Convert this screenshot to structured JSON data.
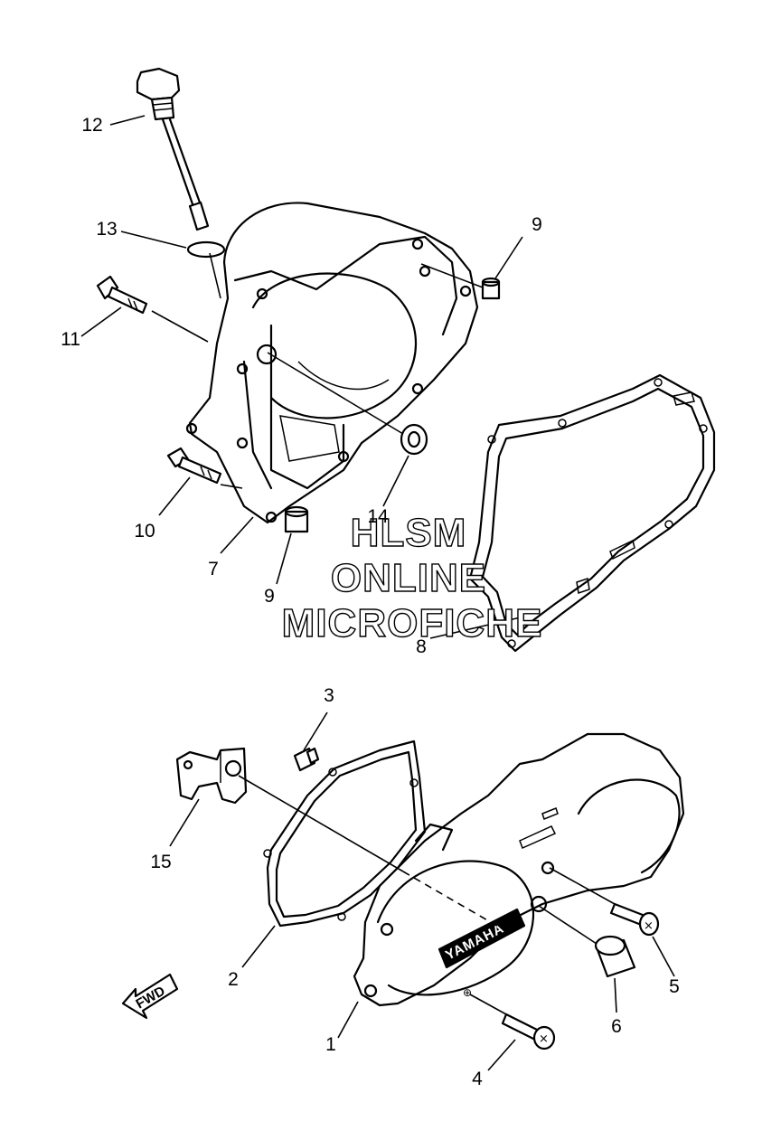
{
  "parts": [
    {
      "id": "1",
      "label": "1"
    },
    {
      "id": "2",
      "label": "2"
    },
    {
      "id": "3",
      "label": "3"
    },
    {
      "id": "4",
      "label": "4"
    },
    {
      "id": "5",
      "label": "5"
    },
    {
      "id": "6",
      "label": "6"
    },
    {
      "id": "7",
      "label": "7"
    },
    {
      "id": "8",
      "label": "8"
    },
    {
      "id": "9a",
      "label": "9"
    },
    {
      "id": "9b",
      "label": "9"
    },
    {
      "id": "10",
      "label": "10"
    },
    {
      "id": "11",
      "label": "11"
    },
    {
      "id": "12",
      "label": "12"
    },
    {
      "id": "13",
      "label": "13"
    },
    {
      "id": "14",
      "label": "14"
    },
    {
      "id": "15",
      "label": "15"
    }
  ],
  "watermark": [
    "HLSM",
    "ONLINE",
    "MICROFICHE"
  ],
  "fwd_label": "FWD",
  "brand_badge": "YAMAHA"
}
